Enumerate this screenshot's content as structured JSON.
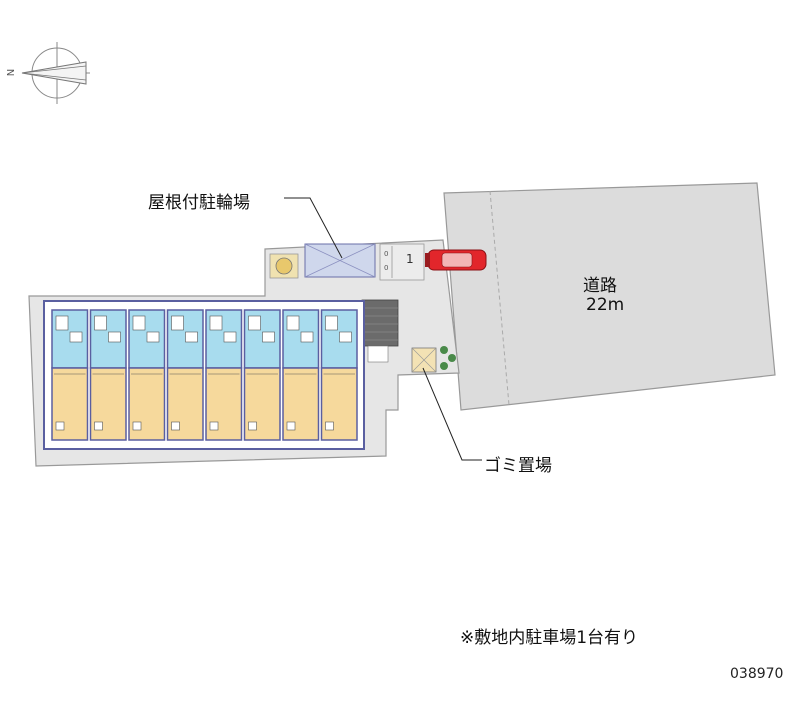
{
  "road": {
    "name": "道路",
    "width": "22m"
  },
  "labels": {
    "bicycle_parking": "屋根付駐輪場",
    "garbage_area": "ゴミ置場",
    "parking_note": "※敷地内駐車場1台有り",
    "property_code": "038970",
    "compass_north": "N",
    "parking_space_number": "1"
  },
  "units": {
    "count": 8
  },
  "colors": {
    "road": "#dcdcdc",
    "site": "#e6e6e6",
    "building_wall": "#5a5fa0",
    "wet_area": "#a8dcee",
    "floor": "#f6d99c",
    "car": "#e2262b"
  }
}
